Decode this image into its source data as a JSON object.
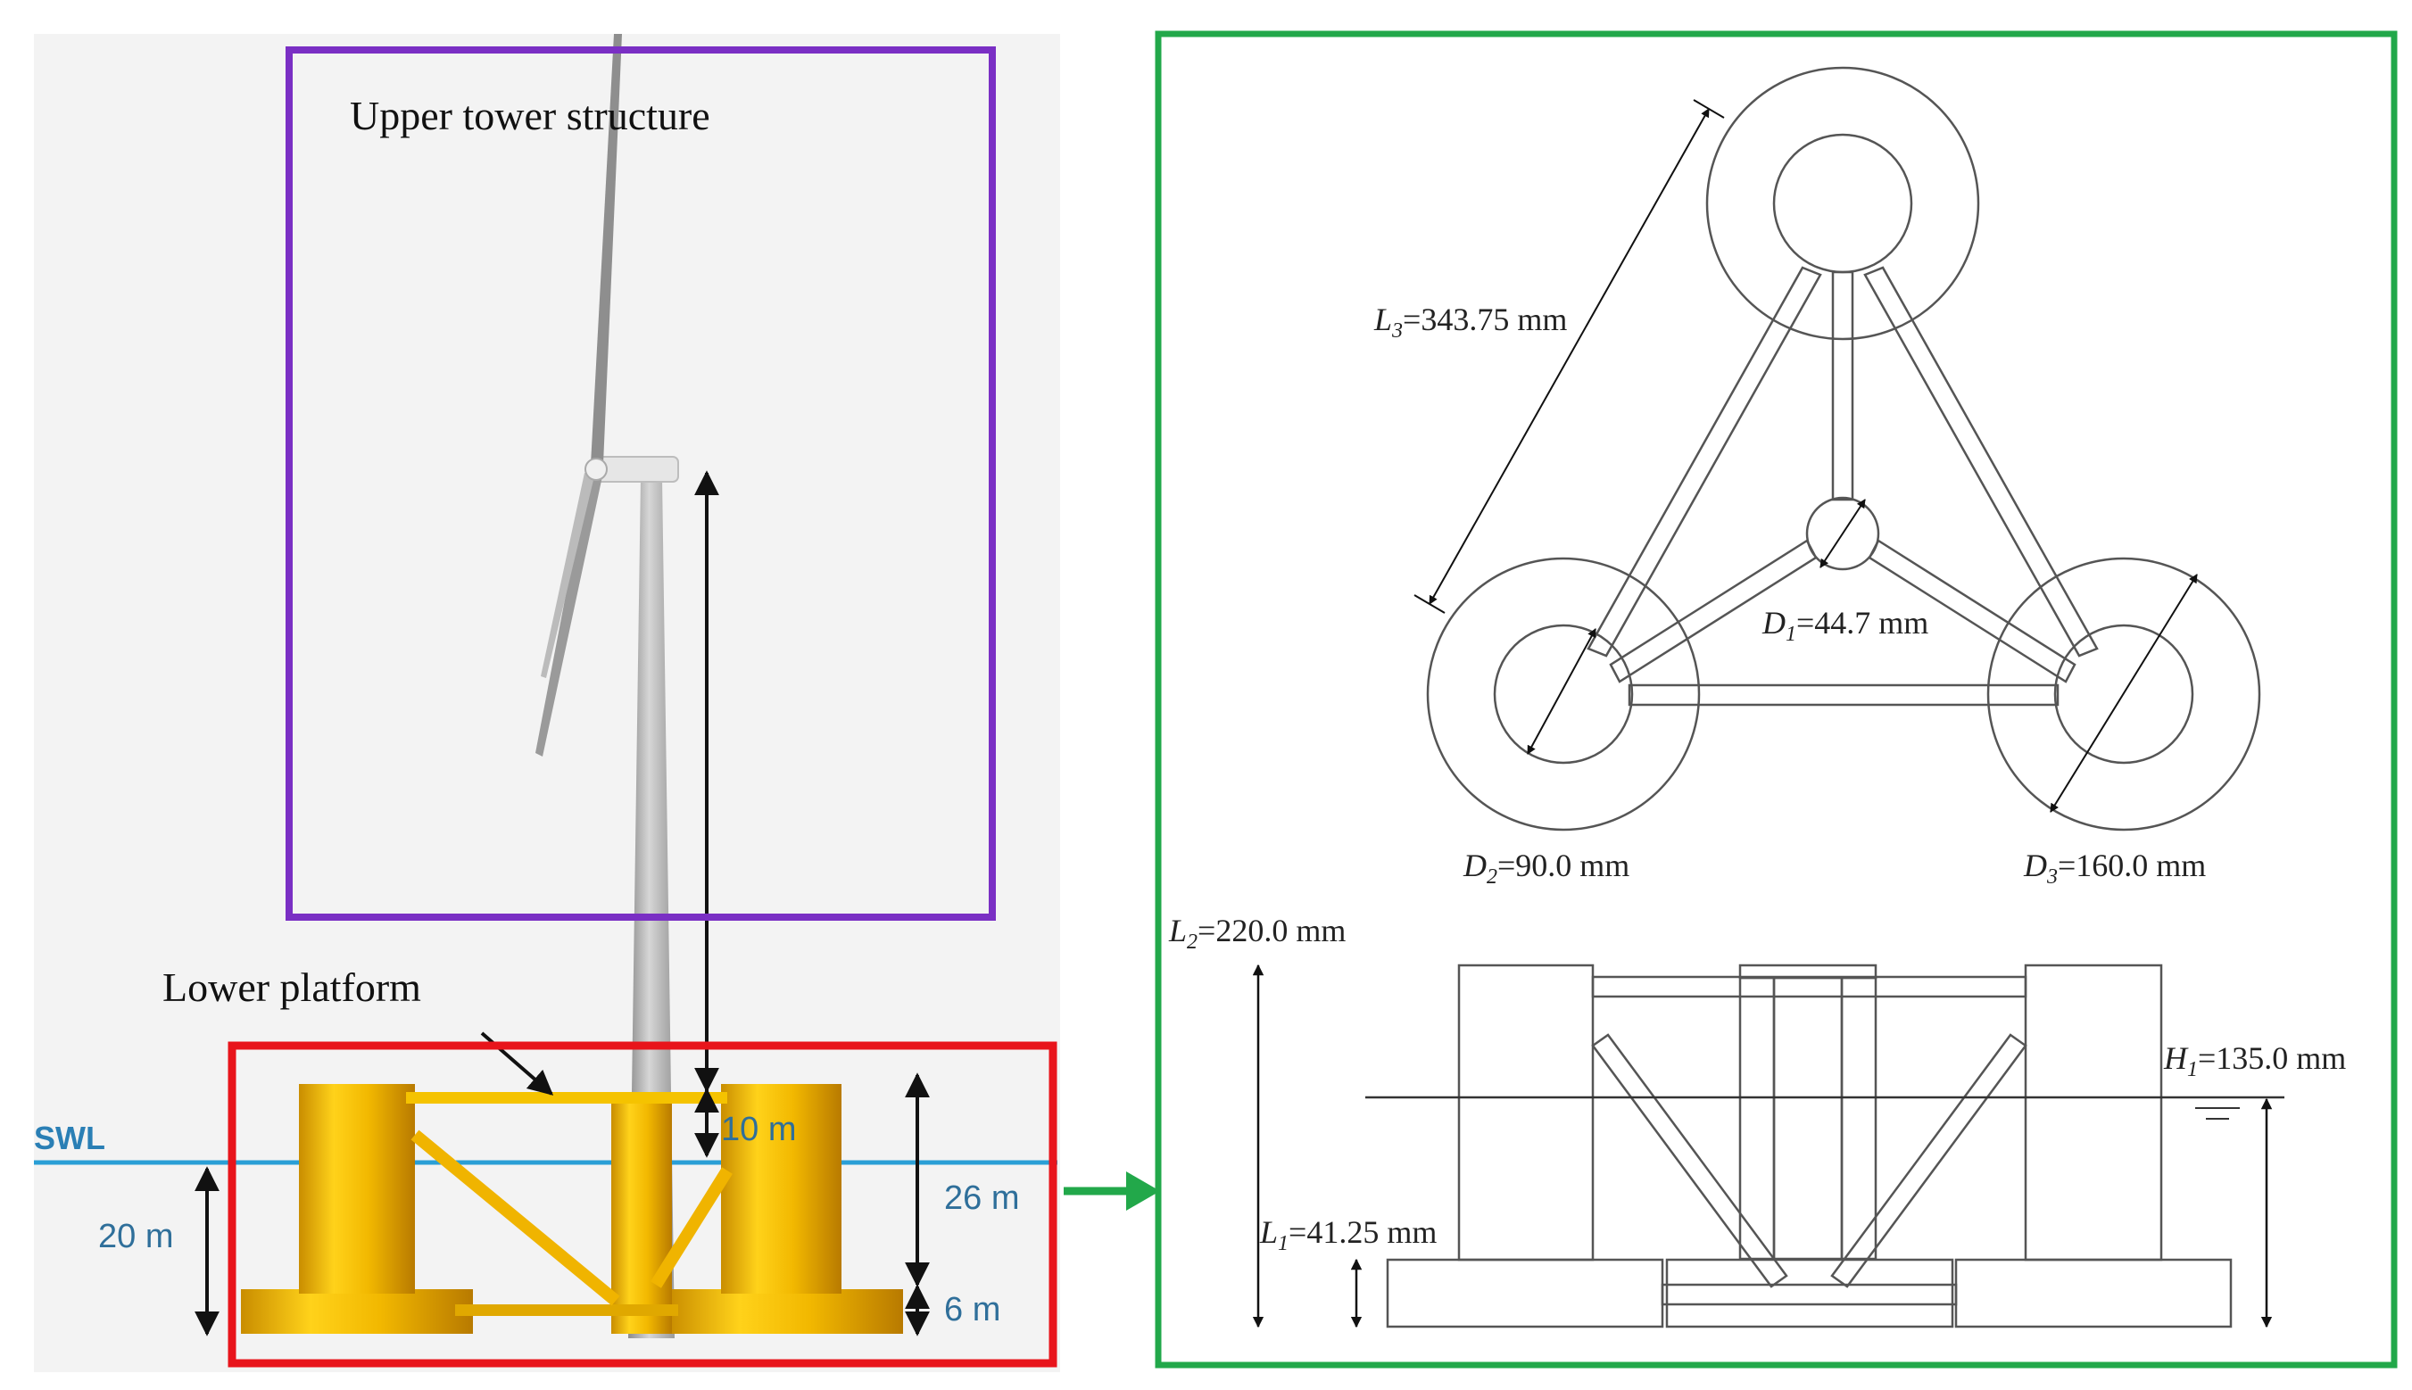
{
  "left_panel": {
    "upper_label": "Upper tower structure",
    "lower_label": "Lower platform",
    "swl_label": "SWL",
    "dims": {
      "draft": "20 m",
      "hub": "10 m",
      "column": "26 m",
      "base": "6 m"
    },
    "colors": {
      "upper_box": "#7a2fc4",
      "lower_box": "#e8141b",
      "water": "#2a9fd6",
      "platform": "#f2c200",
      "dim_text": "#2f6f9a"
    }
  },
  "right_panel": {
    "frame_color": "#22a84a",
    "top_view": {
      "L3": {
        "sym": "L",
        "sub": "3",
        "val": "=343.75 mm"
      },
      "D1": {
        "sym": "D",
        "sub": "1",
        "val": "=44.7 mm"
      },
      "D2": {
        "sym": "D",
        "sub": "2",
        "val": "=90.0 mm"
      },
      "D3": {
        "sym": "D",
        "sub": "3",
        "val": "=160.0 mm"
      }
    },
    "side_view": {
      "L2": {
        "sym": "L",
        "sub": "2",
        "val": "=220.0 mm"
      },
      "H1": {
        "sym": "H",
        "sub": "1",
        "val": "=135.0 mm"
      },
      "L1": {
        "sym": "L",
        "sub": "1",
        "val": "=41.25 mm"
      }
    }
  },
  "arrow_color": "#22a84a"
}
